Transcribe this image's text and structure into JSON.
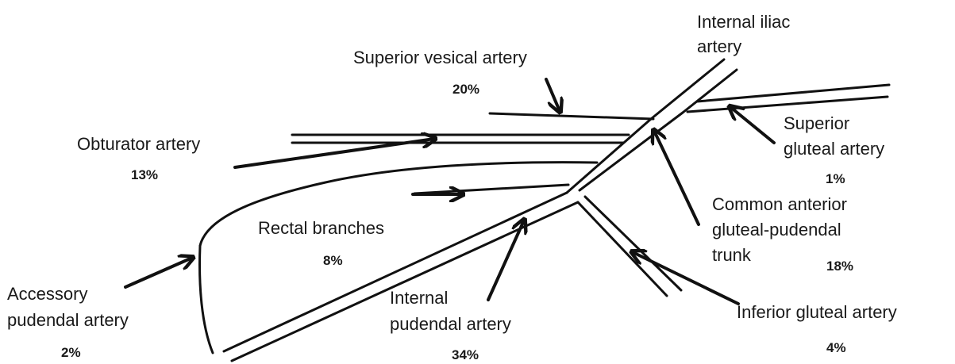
{
  "labels": {
    "internal_iliac": {
      "line1": "Internal iliac",
      "line2": "artery"
    },
    "superior_vesical": {
      "name": "Superior vesical artery",
      "percent": "20%"
    },
    "obturator": {
      "name": "Obturator artery",
      "percent": "13%"
    },
    "superior_gluteal": {
      "line1": "Superior",
      "line2": "gluteal artery",
      "percent": "1%"
    },
    "rectal_branches": {
      "name": "Rectal branches",
      "percent": "8%"
    },
    "common_anterior_trunk": {
      "line1": "Common anterior",
      "line2": "gluteal-pudendal",
      "line3": "trunk",
      "percent": "18%"
    },
    "accessory_pudendal": {
      "line1": "Accessory",
      "line2": "pudendal artery",
      "percent": "2%"
    },
    "internal_pudendal": {
      "line1": "Internal",
      "line2": "pudendal artery",
      "percent": "34%"
    },
    "inferior_gluteal": {
      "name": "Inferior gluteal artery",
      "percent": "4%"
    }
  },
  "colors": {
    "line": "#111111",
    "text": "#1a1a1a",
    "background": "#ffffff"
  }
}
